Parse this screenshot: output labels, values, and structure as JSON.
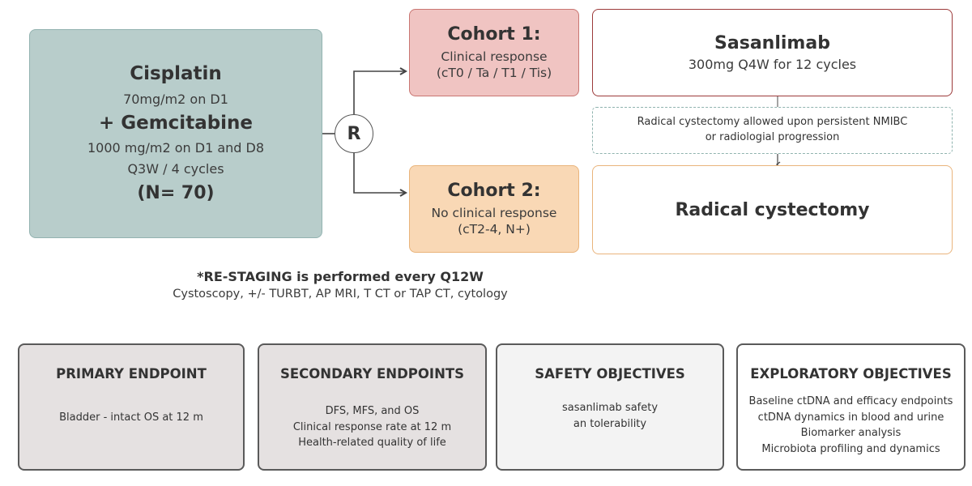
{
  "treatment": {
    "drug1": "Cisplatin",
    "dose1": "70mg/m2 on D1",
    "drug2": "+ Gemcitabine",
    "dose2": "1000 mg/m2 on D1 and D8",
    "schedule": "Q3W / 4 cycles",
    "n": "(N= 70)"
  },
  "randomization": {
    "label": "R"
  },
  "cohort1": {
    "title": "Cohort 1:",
    "line1": "Clinical response",
    "line2": "(cT0 / Ta / T1 / Tis)"
  },
  "cohort2": {
    "title": "Cohort 2:",
    "line1": "No clinical response",
    "line2": "(cT2-4, N+)"
  },
  "sasanlimab": {
    "title": "Sasanlimab",
    "subtitle": "300mg Q4W for 12 cycles"
  },
  "cystectomy_note": {
    "line1": "Radical cystectomy allowed upon persistent  NMIBC",
    "line2": "or radiologial progression"
  },
  "radical_cystectomy": {
    "title": "Radical cystectomy"
  },
  "restaging": {
    "title": "*RE-STAGING is performed every Q12W",
    "subtitle": "Cystoscopy, +/- TURBT, AP MRI, T CT or TAP CT, cytology"
  },
  "objectives": {
    "primary": {
      "title": "PRIMARY ENDPOINT",
      "lines": [
        "Bladder - intact OS at 12 m"
      ]
    },
    "secondary": {
      "title": "SECONDARY ENDPOINTS",
      "lines": [
        "DFS, MFS, and OS",
        "Clinical response rate at 12 m",
        "Health-related quality of life"
      ]
    },
    "safety": {
      "title": "SAFETY OBJECTIVES",
      "lines": [
        "sasanlimab safety",
        "an tolerability"
      ]
    },
    "exploratory": {
      "title": "EXPLORATORY OBJECTIVES",
      "lines": [
        "Baseline ctDNA and efficacy endpoints",
        "ctDNA dynamics in blood and urine",
        "Biomarker analysis",
        "Microbiota profiling and dynamics"
      ]
    }
  },
  "colors": {
    "treatment_fill": "#b8cdcb",
    "cohort1_fill": "#f0c4c2",
    "cohort2_fill": "#f9d8b5",
    "sasanlimab_border": "#9c3a3a",
    "cystectomy_border": "#e9b47c",
    "note_border": "#8fb3ae"
  }
}
